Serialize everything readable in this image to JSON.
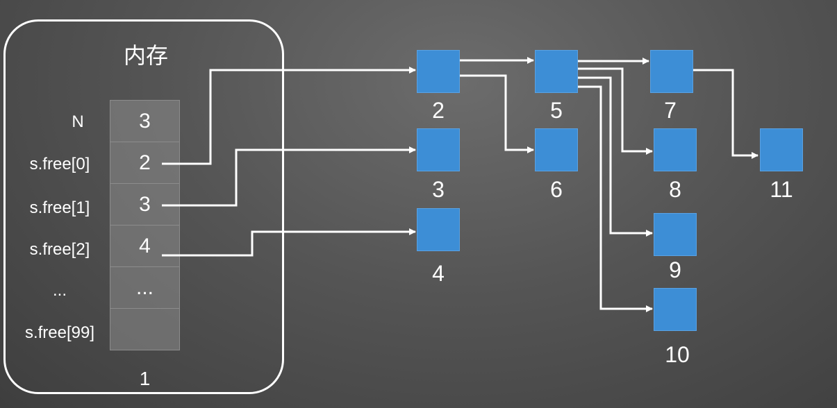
{
  "memory": {
    "title": "内存",
    "rows": [
      {
        "label": "N",
        "value": "3"
      },
      {
        "label": "s.free[0]",
        "value": "2"
      },
      {
        "label": "s.free[1]",
        "value": "3"
      },
      {
        "label": "s.free[2]",
        "value": "4"
      },
      {
        "label": "...",
        "value": "..."
      },
      {
        "label": "s.free[99]",
        "value": ""
      }
    ],
    "bottom_label": "1"
  },
  "blocks": [
    "2",
    "3",
    "4",
    "5",
    "6",
    "7",
    "8",
    "9",
    "10",
    "11"
  ],
  "colors": {
    "block": "#3d8ed6",
    "line": "#ffffff",
    "background": "#555555"
  }
}
